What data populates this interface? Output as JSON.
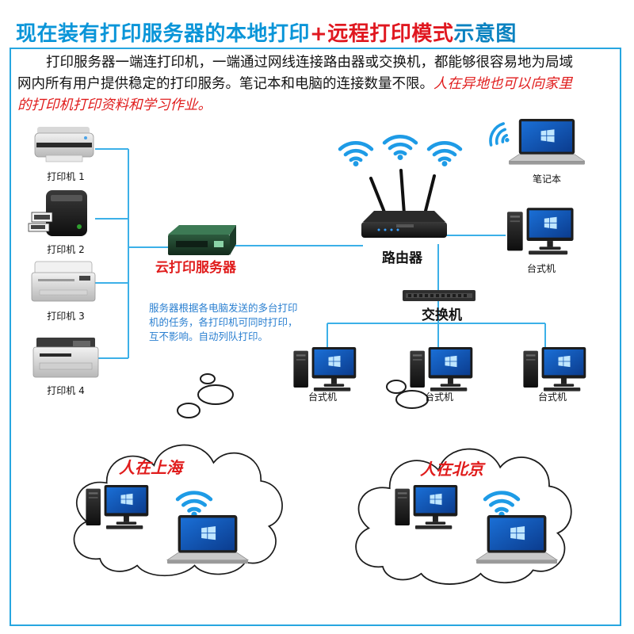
{
  "title": {
    "part1": "现在装有打印服务器的本地打印",
    "plus": "+",
    "part2": "远程打印模式",
    "part3": "示意图"
  },
  "intro": {
    "text": "打印服务器一端连打印机，一端通过网线连接路由器或交换机，都能够很容易地为局域网内所有用户提供稳定的打印服务。笔记本和电脑的连接数量不限。",
    "highlight": "人在异地也可以向家里的打印机打印资料和学习作业。"
  },
  "printers": [
    {
      "label": "打印机 1"
    },
    {
      "label": "打印机 2"
    },
    {
      "label": "打印机 3"
    },
    {
      "label": "打印机 4"
    }
  ],
  "server": {
    "label": "云打印服务器"
  },
  "note": "服务器根据各电脑发送的多台打印机的任务，各打印机可同时打印，互不影响。自动列队打印。",
  "router": {
    "label": "路由器"
  },
  "switch": {
    "label": "交换机"
  },
  "laptop": {
    "label": "笔记本"
  },
  "desktop_top": {
    "label": "台式机"
  },
  "desktops": [
    {
      "label": "台式机"
    },
    {
      "label": "台式机"
    },
    {
      "label": "台式机"
    }
  ],
  "cities": [
    {
      "label": "人在上海"
    },
    {
      "label": "人在北京"
    }
  ],
  "colors": {
    "accent_blue": "#0a95d8",
    "frame_blue": "#27a6e0",
    "red": "#e01c1c",
    "wifi_blue": "#1e9be6",
    "line_blue": "#3cb0e8"
  }
}
